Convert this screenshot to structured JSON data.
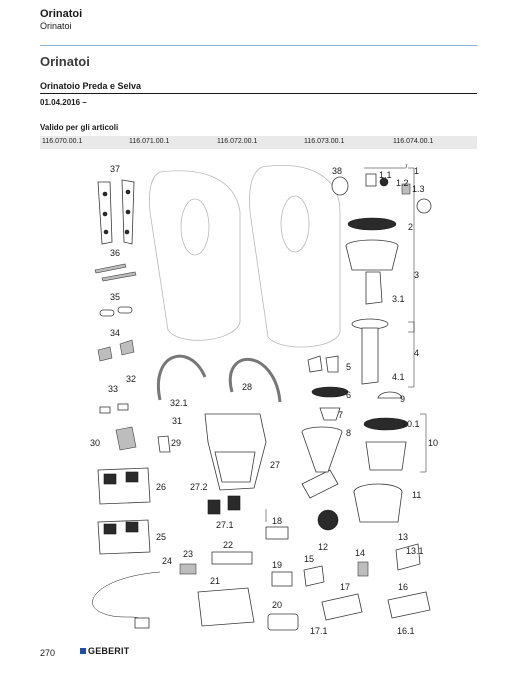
{
  "header": {
    "title": "Orinatoi",
    "subtitle": "Orinatoi"
  },
  "section": {
    "title": "Orinatoi"
  },
  "product": {
    "title": "Orinatoio Preda e Selva",
    "date": "01.04.2016 –",
    "valid_label": "Valido per gli articoli",
    "codes": [
      "116.070.00.1",
      "116.071.00.1",
      "116.072.00.1",
      "116.073.00.1",
      "116.074.00.1"
    ]
  },
  "diagram": {
    "callouts": [
      "1",
      "1.1",
      "1.2",
      "1.3",
      "2",
      "3",
      "3.1",
      "4",
      "4.1",
      "5",
      "6",
      "7",
      "8",
      "9",
      "10",
      "10.1",
      "11",
      "12",
      "13",
      "13.1",
      "14",
      "15",
      "16",
      "16.1",
      "17",
      "17.1",
      "18",
      "19",
      "20",
      "21",
      "22",
      "23",
      "24",
      "25",
      "26",
      "27",
      "27.1",
      "27.2",
      "28",
      "29",
      "30",
      "31",
      "32",
      "32.1",
      "33",
      "34",
      "35",
      "36",
      "37",
      "38"
    ]
  },
  "footer": {
    "page_number": "270",
    "brand": "GEBERIT"
  },
  "colors": {
    "rule_blue": "#8fb0d2",
    "brand_blue": "#1f4ea3",
    "codes_bar": "#e9e9e9"
  }
}
